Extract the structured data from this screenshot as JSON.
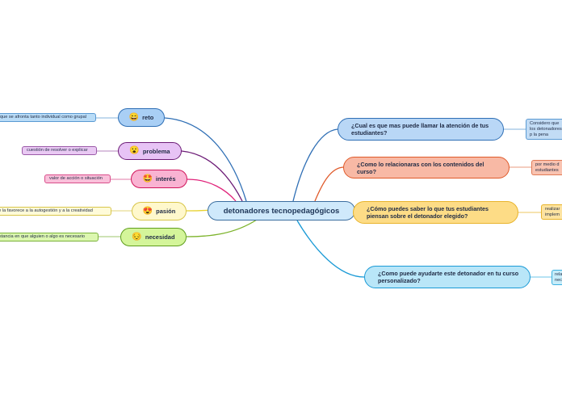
{
  "center": {
    "label": "detonadores tecnopedagógicos"
  },
  "left_topics": [
    {
      "emoji": "😄",
      "label": "reto",
      "fill": "#a9cff5",
      "stroke": "#2f6fb5",
      "leaf": "que se afronta tanto individual como grupal",
      "leaf_fill": "#b9dcf7",
      "leaf_stroke": "#5a9ad3",
      "edge": "#2f6fb5"
    },
    {
      "emoji": "😮",
      "label": "problema",
      "fill": "#e7c3f5",
      "stroke": "#6c1b76",
      "leaf": "cuestión de resolver o explicar",
      "leaf_fill": "#e9c9f3",
      "leaf_stroke": "#9b5aa8",
      "edge": "#6c1b76"
    },
    {
      "emoji": "🤩",
      "label": "interés",
      "fill": "#f9b3d2",
      "stroke": "#d1145a",
      "leaf": "valor de acción o situación",
      "leaf_fill": "#f9c0da",
      "leaf_stroke": "#d94d8a",
      "edge": "#e0237a"
    },
    {
      "emoji": "😍",
      "label": "pasión",
      "fill": "#fff8cc",
      "stroke": "#d8c54a",
      "leaf": "que la favorece a la autogestión y a la creatividad",
      "leaf_fill": "#fffbd9",
      "leaf_stroke": "#d8c54a",
      "edge": "#e8d230"
    },
    {
      "emoji": "😔",
      "label": "necesidad",
      "fill": "#d4f59a",
      "stroke": "#5f9e1d",
      "leaf": "circunstancia en que alguien o algo es necesario",
      "leaf_fill": "#dcf7b0",
      "leaf_stroke": "#7bb33a",
      "edge": "#7cb32a"
    }
  ],
  "right_topics": [
    {
      "label": "¿Cual es que  mas puede llamar la atención de tus estudiantes?",
      "fill": "#b9d7f6",
      "stroke": "#2f6fb5",
      "leaf": "Considero que los detonadores p la pena genera",
      "leaf_fill": "#c2dcf5",
      "leaf_stroke": "#5a9ad3",
      "edge": "#2f6fb5"
    },
    {
      "label": "¿Como lo relacionaras con los contenidos del curso?",
      "fill": "#f8b9a5",
      "stroke": "#e05a2a",
      "leaf": "por medio d estudiantes",
      "leaf_fill": "#f9c3b1",
      "leaf_stroke": "#e07a55",
      "edge": "#e05a2a"
    },
    {
      "label": "¿Cómo puedes saber lo que tus estudiantes piensan sobre el detonador elegido?",
      "fill": "#fddc86",
      "stroke": "#e8b42c",
      "leaf": "realizar implem",
      "leaf_fill": "#fde3a0",
      "leaf_stroke": "#e8b42c",
      "edge": "#f0c040"
    },
    {
      "label": "¿Como puede ayudarte este detonador en tu curso personalizado?",
      "fill": "#b9e6f8",
      "stroke": "#1a9ad6",
      "leaf": "rela nec",
      "leaf_fill": "#c6ecf9",
      "leaf_stroke": "#3bb0e0",
      "edge": "#1a9ad6"
    }
  ]
}
